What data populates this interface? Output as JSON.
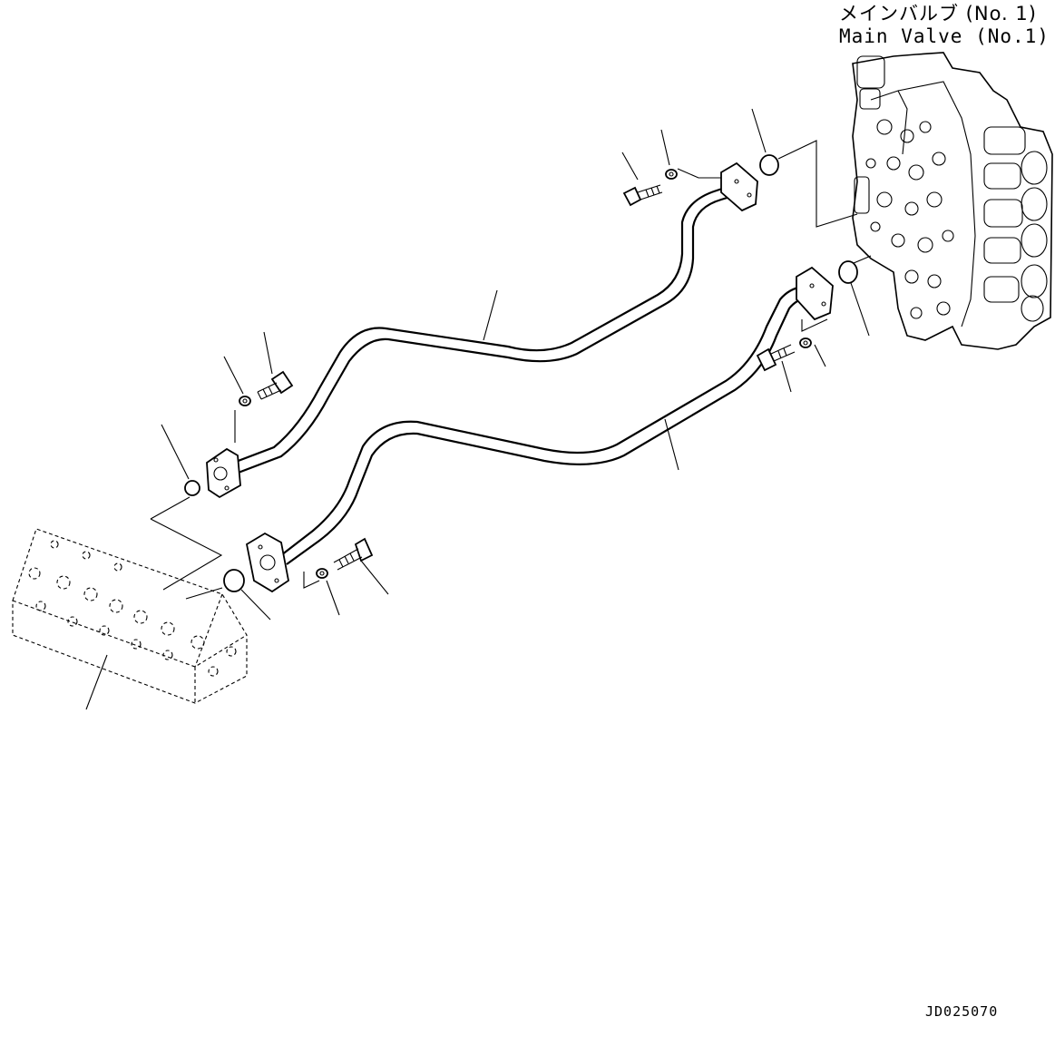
{
  "title": {
    "japanese": "メインバルブ (No. 1)",
    "english": "Main Valve (No.1)"
  },
  "drawing_id": "JD025070",
  "components": [
    "main-valve-no1",
    "cooler-block",
    "upper-pipe",
    "lower-pipe",
    "flange-bolt",
    "washer",
    "o-ring"
  ]
}
